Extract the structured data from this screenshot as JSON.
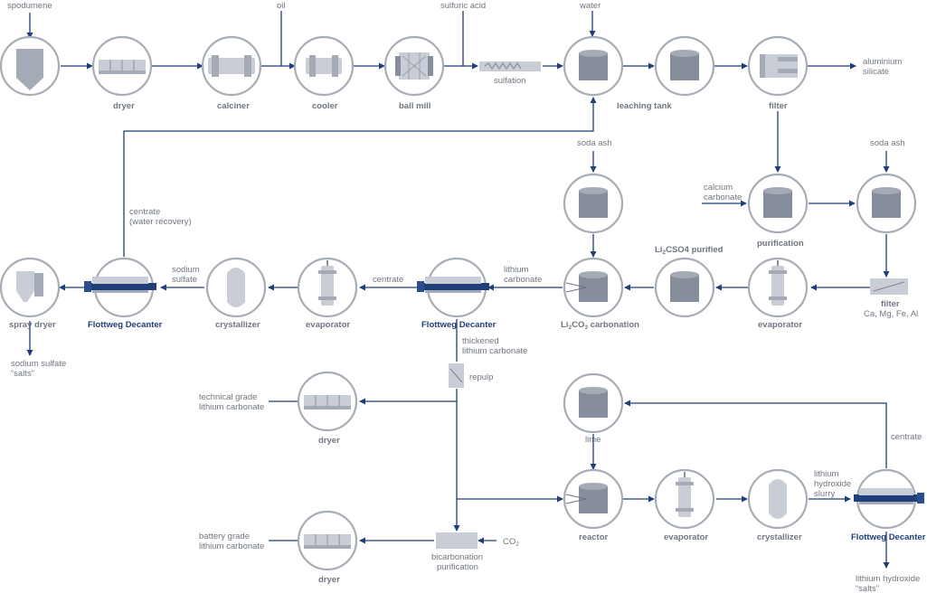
{
  "inputs": {
    "spodumene": "spodumene",
    "oil": "oil",
    "sulfuric_acid": "sulfuric acid",
    "water": "water",
    "soda_ash_1": "soda ash",
    "soda_ash_2": "soda ash",
    "calcium_carbonate": [
      "calcium",
      "carbonate"
    ],
    "lime": "lime",
    "co2": "CO",
    "co2_sub": "2"
  },
  "units": {
    "dryer_1": "dryer",
    "calciner": "calciner",
    "cooler": "cooler",
    "ball_mill": "ball mill",
    "sulfation": "sulfation",
    "leaching_tank": "leaching tank",
    "filter_1": "filter",
    "purification": "purification",
    "filter_2": "filter",
    "filter_2_sub": "Ca, Mg, Fe, Al",
    "evaporator_1": "evaporator",
    "li2so4_purified_pre": "Li",
    "li2so4_purified_sub": "2",
    "li2so4_purified_post": "CSO4 purified",
    "li2co3_carbonation_pre": "Li",
    "li2co3_carbonation_sub": "2",
    "li2co3_carbonation_post": "CO",
    "li2co3_carbonation_sub2": "3",
    "li2co3_carbonation_tail": " carbonation",
    "decanter_1": "Flottweg Decanter",
    "evaporator_2": "evaporator",
    "crystallizer_1": "crystallizer",
    "decanter_2": "Flottweg Decanter",
    "spray_dryer": "spray dryer",
    "repulp": "repulp",
    "dryer_2": "dryer",
    "dryer_3": "dryer",
    "bicarbonation": [
      "bicarbonation",
      "purification"
    ],
    "reactor": "reactor",
    "evaporator_3": "evaporator",
    "crystallizer_2": "crystallizer",
    "decanter_3": "Flottweg Decanter"
  },
  "streams": {
    "aluminium_silicate": [
      "aluminium",
      "silicate"
    ],
    "centrate_water": [
      "centrate",
      "(water recovery)"
    ],
    "lithium_carbonate": [
      "lithium",
      "carbonate"
    ],
    "centrate_1": "centrate",
    "sodium_sulfate": [
      "sodium",
      "sulfate"
    ],
    "sodium_sulfate_salts": [
      "sodium sulfate",
      "“salts”"
    ],
    "thickened": [
      "thickened",
      "lithium carbonate"
    ],
    "technical_grade": [
      "technical grade",
      "lithium carbonate"
    ],
    "battery_grade": [
      "battery grade",
      "lithium carbonate"
    ],
    "lioh_slurry": [
      "lithium",
      "hydroxide",
      "slurry"
    ],
    "centrate_2": "centrate",
    "lioh_salts": [
      "lithium hydroxide",
      "“salts”"
    ]
  },
  "colors": {
    "flow_line": "#1f3f78",
    "ring": "#a7adb7",
    "equipment": "#a5abb6",
    "label": "#6f7680",
    "highlight_label": "#1f3f78"
  }
}
